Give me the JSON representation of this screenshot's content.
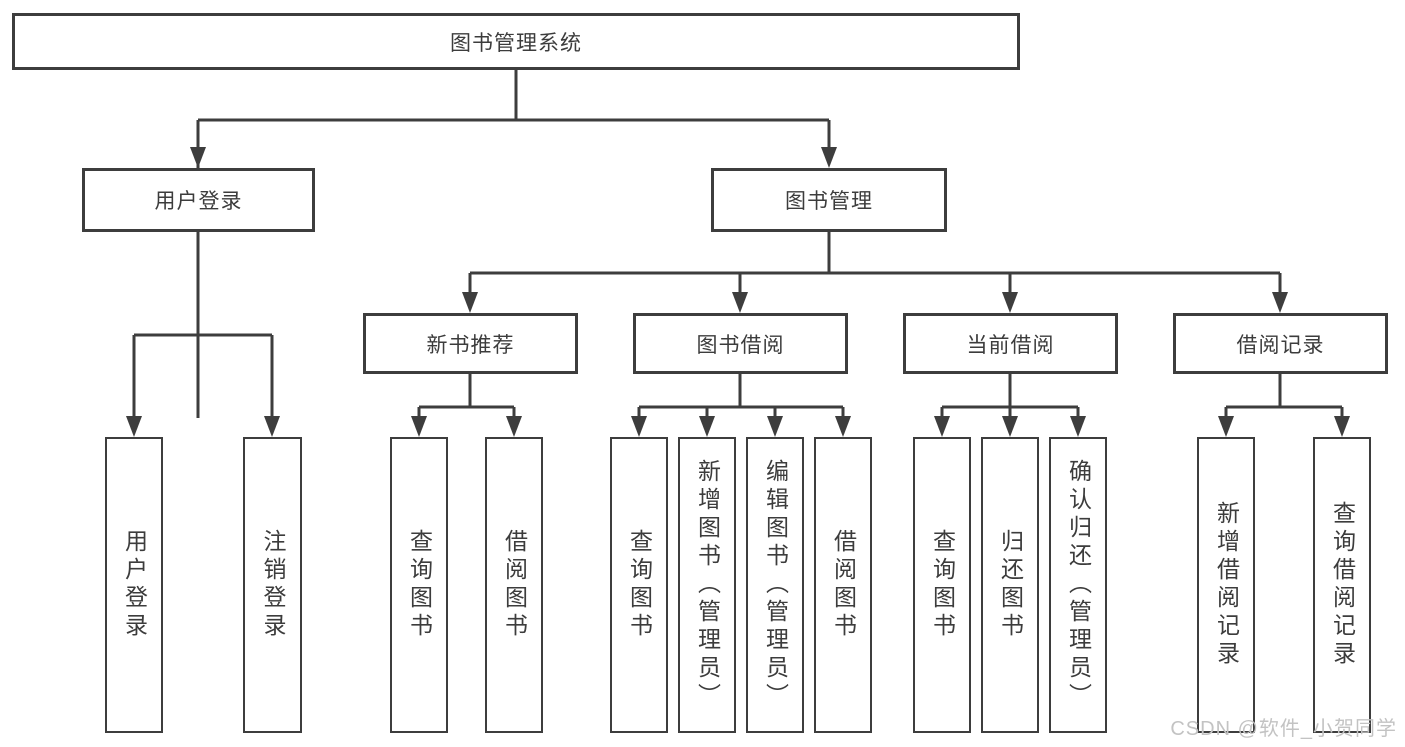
{
  "diagram": {
    "title": "图书管理系统",
    "colors": {
      "line": "#3d3d3d",
      "text": "#3c3c3c",
      "box_background": "#ffffff",
      "watermark": "#c3c3c3"
    },
    "root": {
      "label": "图书管理系统"
    },
    "level2": [
      {
        "label": "用户登录"
      },
      {
        "label": "图书管理"
      }
    ],
    "level3": [
      {
        "label": "新书推荐"
      },
      {
        "label": "图书借阅"
      },
      {
        "label": "当前借阅"
      },
      {
        "label": "借阅记录"
      }
    ],
    "leaves": [
      {
        "label": "用户登录"
      },
      {
        "label": "注销登录"
      },
      {
        "label": "查询图书"
      },
      {
        "label": "借阅图书"
      },
      {
        "label": "查询图书"
      },
      {
        "label": "新增图书（管理员）"
      },
      {
        "label": "编辑图书（管理员）"
      },
      {
        "label": "借阅图书"
      },
      {
        "label": "查询图书"
      },
      {
        "label": "归还图书"
      },
      {
        "label": "确认归还（管理员）"
      },
      {
        "label": "新增借阅记录"
      },
      {
        "label": "查询借阅记录"
      }
    ],
    "watermark": "CSDN @软件_小贺同学"
  }
}
